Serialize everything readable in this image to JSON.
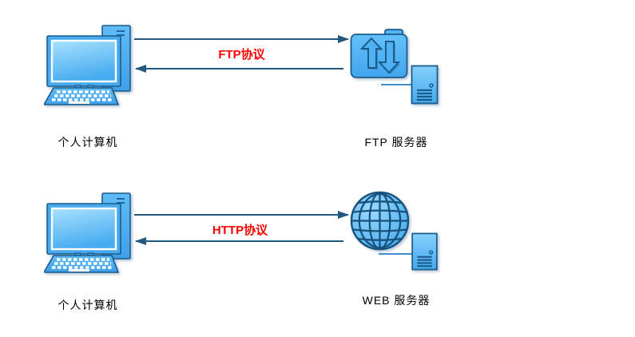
{
  "diagram": {
    "title": "client-server protocol diagram",
    "background": "#ffffff",
    "sections": [
      {
        "id": "ftp",
        "client_label": "个人计算机",
        "server_label": "FTP 服务器",
        "protocol_label": "FTP协议",
        "client_icon": "desktop-computer-icon",
        "server_icon": "ftp-folder-transfer-icon",
        "arrows": [
          "client-to-server",
          "server-to-client"
        ]
      },
      {
        "id": "http",
        "client_label": "个人计算机",
        "server_label": "WEB 服务器",
        "protocol_label": "HTTP协议",
        "client_icon": "desktop-computer-icon",
        "server_icon": "globe-icon",
        "arrows": [
          "client-to-server",
          "server-to-client"
        ]
      }
    ],
    "colors": {
      "icon_blue": "#4fb0f2",
      "icon_blue_light": "#a9e1fe",
      "icon_outline": "#1a5c8c",
      "connector_arrow": "#23597f",
      "link_line": "#3d8fcb",
      "protocol_text": "#ff0000",
      "label_text": "#000000"
    }
  }
}
